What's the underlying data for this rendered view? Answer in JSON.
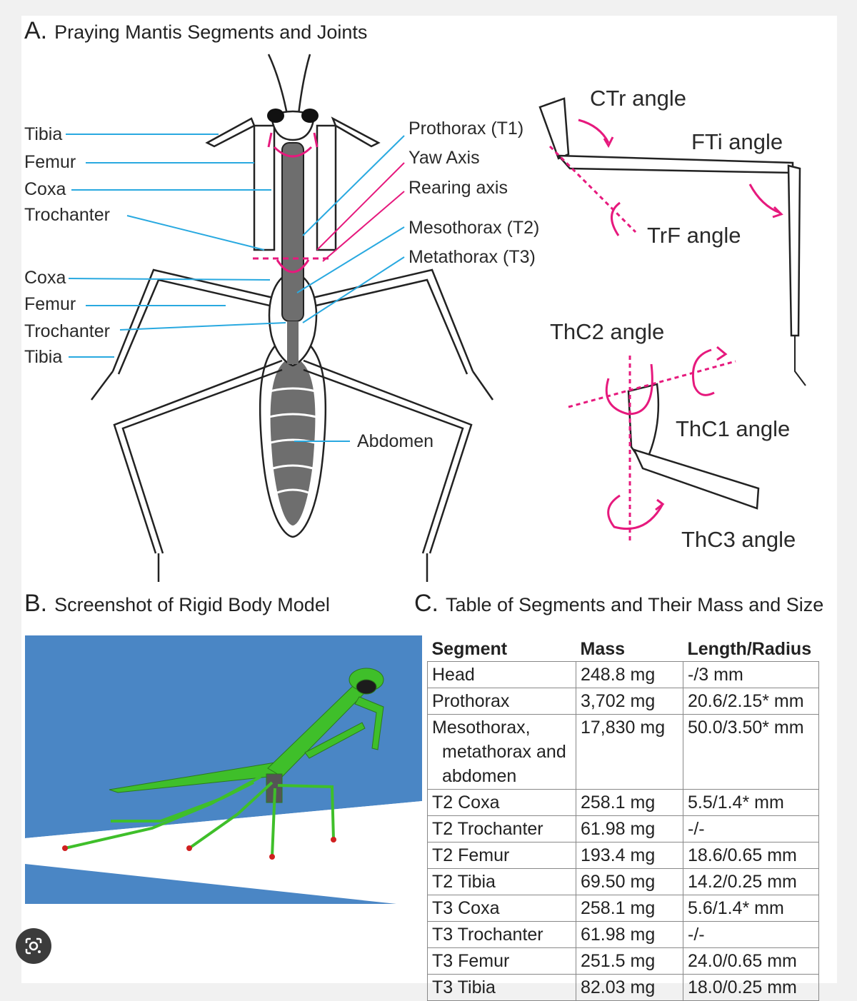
{
  "panels": {
    "a": {
      "letter": "A.",
      "title": "Praying Mantis Segments and Joints"
    },
    "b": {
      "letter": "B.",
      "title": "Screenshot of Rigid Body Model"
    },
    "c": {
      "letter": "C.",
      "title": "Table of Segments and Their Mass and Size"
    }
  },
  "mantis_labels": {
    "left_front": [
      "Tibia",
      "Femur",
      "Coxa",
      "Trochanter"
    ],
    "left_mid": [
      "Coxa",
      "Femur",
      "Trochanter",
      "Tibia"
    ],
    "right": [
      "Prothorax (T1)",
      "Yaw Axis",
      "Rearing axis",
      "Mesothorax (T2)",
      "Metathorax (T3)"
    ],
    "abdomen": "Abdomen"
  },
  "joint_labels": {
    "ctr": "CTr angle",
    "fti": "FTi angle",
    "trf": "TrF angle",
    "thc2": "ThC2 angle",
    "thc1": "ThC1 angle",
    "thc3": "ThC3 angle"
  },
  "table": {
    "headers": [
      "Segment",
      "Mass",
      "Length/Radius"
    ],
    "rows": [
      {
        "segment": "Head",
        "mass": "248.8 mg",
        "size": "-/3 mm"
      },
      {
        "segment": "Prothorax",
        "mass": "3,702 mg",
        "size": "20.6/2.15* mm"
      },
      {
        "segment_lines": [
          "Mesothorax,",
          "metathorax and",
          "abdomen"
        ],
        "mass": "17,830 mg",
        "size": "50.0/3.50* mm"
      },
      {
        "segment": "T2 Coxa",
        "mass": "258.1 mg",
        "size": "5.5/1.4* mm"
      },
      {
        "segment": "T2 Trochanter",
        "mass": "61.98 mg",
        "size": "-/-"
      },
      {
        "segment": "T2 Femur",
        "mass": "193.4 mg",
        "size": "18.6/0.65 mm"
      },
      {
        "segment": "T2 Tibia",
        "mass": "69.50 mg",
        "size": "14.2/0.25 mm"
      },
      {
        "segment": "T3 Coxa",
        "mass": "258.1 mg",
        "size": "5.6/1.4* mm"
      },
      {
        "segment": "T3 Trochanter",
        "mass": "61.98 mg",
        "size": "-/-"
      },
      {
        "segment": "T3 Femur",
        "mass": "251.5 mg",
        "size": "24.0/0.65 mm"
      },
      {
        "segment": "T3 Tibia",
        "mass": "82.03 mg",
        "size": "18.0/0.25 mm"
      }
    ]
  },
  "colors": {
    "pointer_line": "#29a9e0",
    "joint_arrow": "#e6197d",
    "body_dark": "#6e6e6e",
    "render_sky": "#4a86c5",
    "mantis_green": "#3fbf2a"
  },
  "icons": {
    "lens": "google-lens-icon"
  }
}
